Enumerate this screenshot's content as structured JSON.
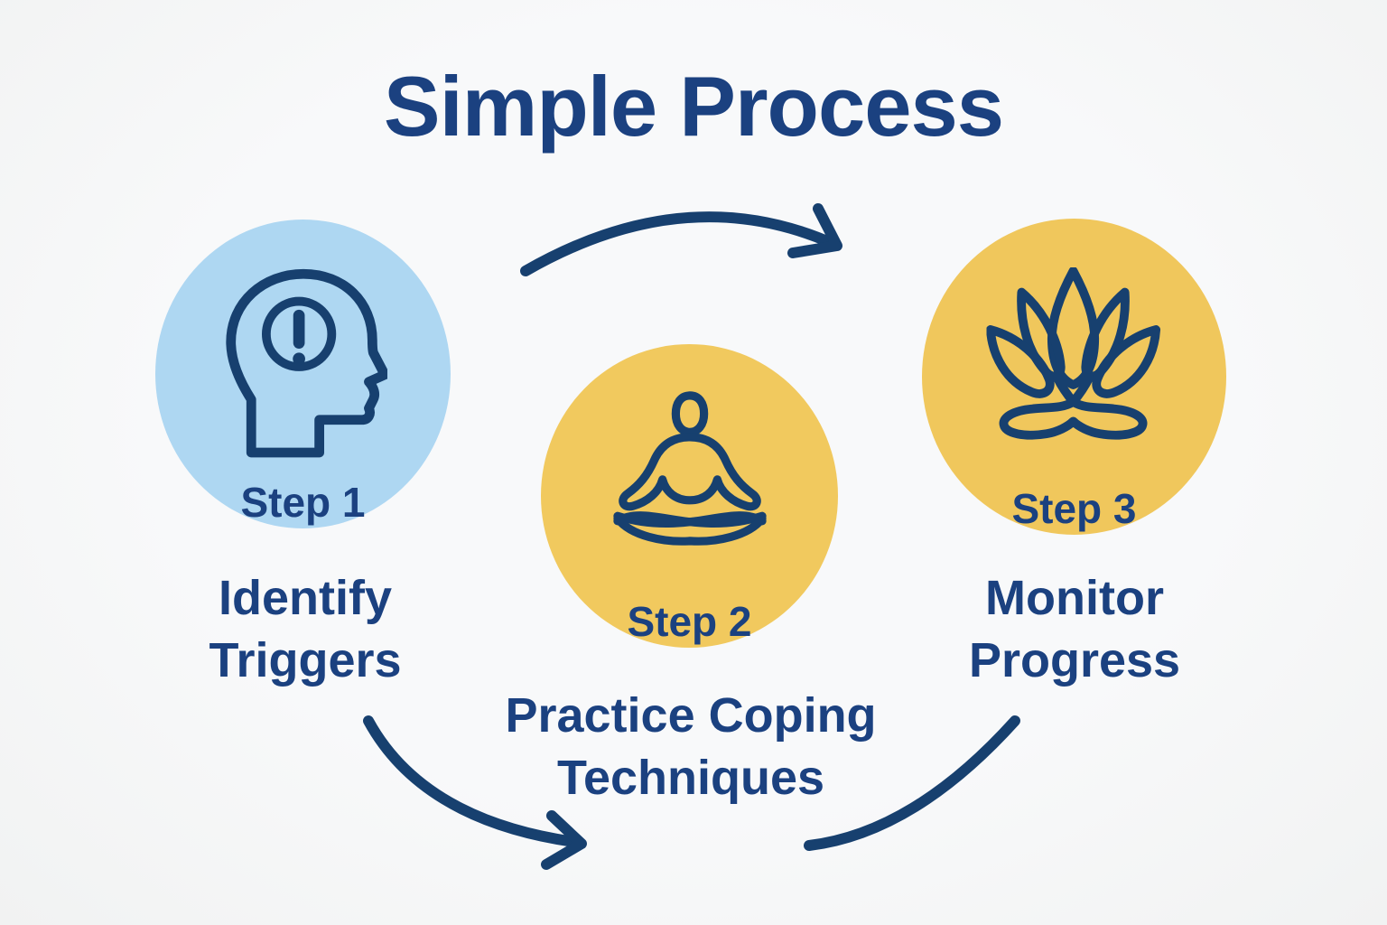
{
  "title": "Simple Process",
  "colors": {
    "background": "#F6F7F8",
    "navy_text": "#1B4180",
    "navy_stroke": "#17406F",
    "circle_blue": "#AED7F2",
    "circle_yellow": "#F1C95E"
  },
  "steps": [
    {
      "step_label": "Step 1",
      "caption_line1": "Identify",
      "caption_line2": "Triggers",
      "icon": "head-alert-icon",
      "circle_color": "#AED7F2"
    },
    {
      "step_label": "Step 2",
      "caption_line1": "Practice Coping",
      "caption_line2": "Techniques",
      "icon": "meditation-icon",
      "circle_color": "#F1C95E"
    },
    {
      "step_label": "Step 3",
      "caption_line1": "Monitor",
      "caption_line2": "Progress",
      "icon": "lotus-icon",
      "circle_color": "#F0C75C"
    }
  ],
  "arrows": {
    "top": "curved-arrow-step1-to-step2",
    "bottom_left": "curved-arrow-step1-to-step2-lower",
    "bottom_right": "curved-line-step2-to-step3"
  }
}
